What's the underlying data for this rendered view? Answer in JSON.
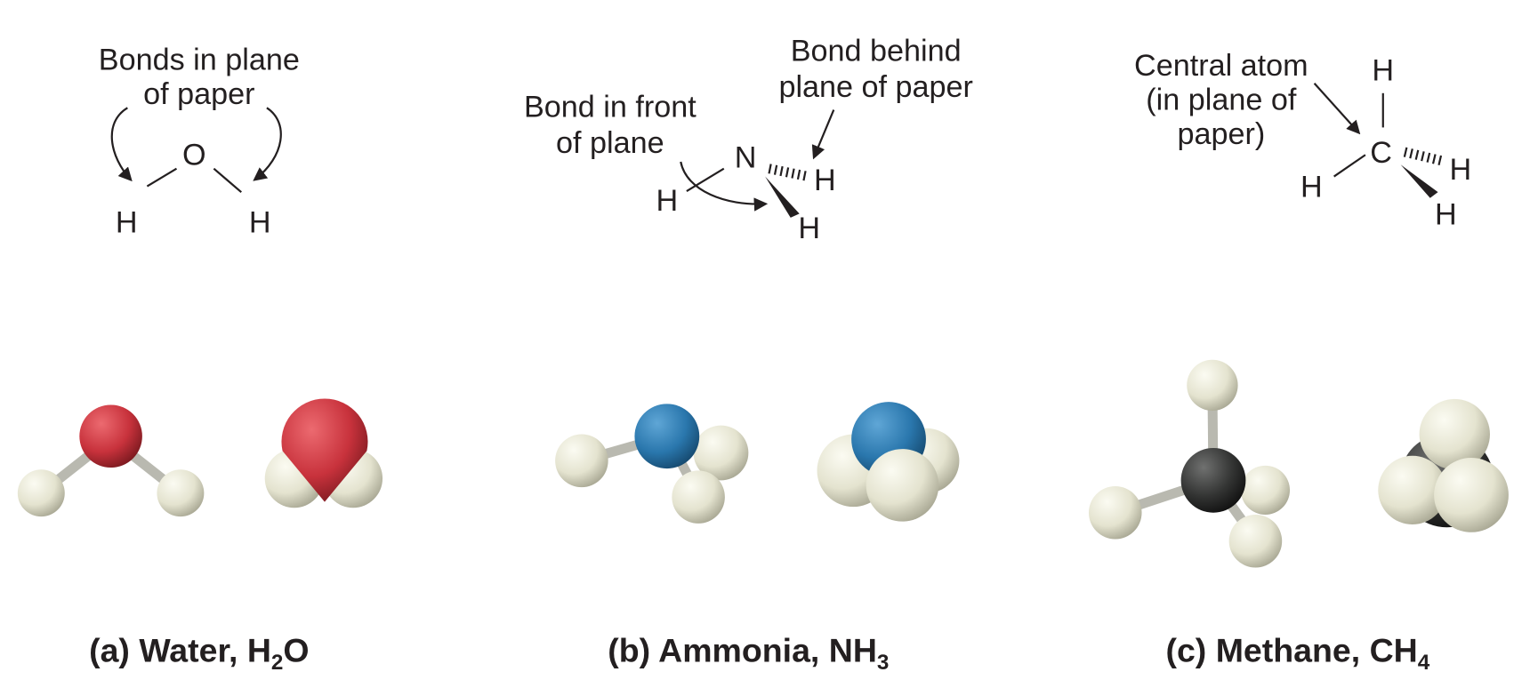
{
  "panels": [
    {
      "id": "water",
      "caption_main": "(a) Water, H",
      "caption_sub": "2",
      "caption_tail": "O",
      "annotation": [
        "Bonds in plane",
        "of paper"
      ],
      "atoms": {
        "center": "O",
        "h1": "H",
        "h2": "H"
      }
    },
    {
      "id": "ammonia",
      "caption_main": "(b) Ammonia, NH",
      "caption_sub": "3",
      "annotation_front": [
        "Bond in front",
        "of plane"
      ],
      "annotation_behind": [
        "Bond behind",
        "plane of paper"
      ],
      "atoms": {
        "center": "N",
        "h1": "H",
        "h2": "H",
        "h3": "H"
      }
    },
    {
      "id": "methane",
      "caption_main": "(c) Methane, CH",
      "caption_sub": "4",
      "annotation": [
        "Central atom",
        "(in plane of",
        "paper)"
      ],
      "atoms": {
        "center": "C",
        "h1": "H",
        "h2": "H",
        "h3": "H",
        "h4": "H"
      }
    }
  ],
  "colors": {
    "oxygen": "#c8323c",
    "nitrogen": "#2a77ad",
    "carbon": "#333433",
    "hydrogen": "#e9e8d6"
  }
}
